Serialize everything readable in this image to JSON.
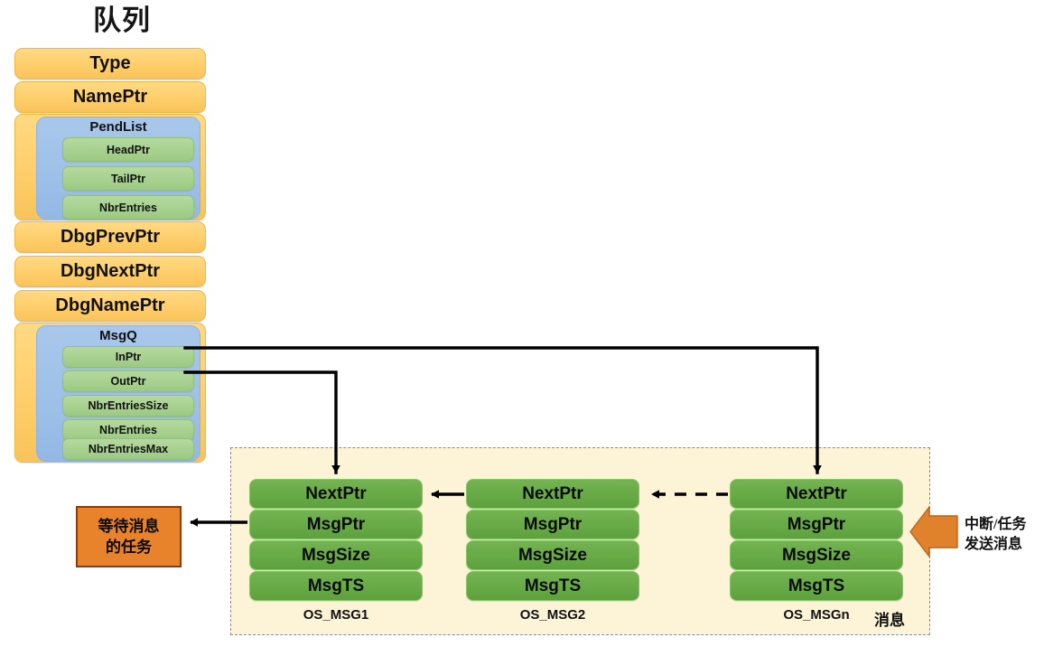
{
  "title": "队列",
  "queue_struct": {
    "name": "队列",
    "fields": [
      {
        "label": "Type",
        "kind": "plain"
      },
      {
        "label": "NamePtr",
        "kind": "plain"
      },
      {
        "label": "PendList",
        "kind": "struct",
        "children": [
          "HeadPtr",
          "TailPtr",
          "NbrEntries"
        ]
      },
      {
        "label": "DbgPrevPtr",
        "kind": "plain"
      },
      {
        "label": "DbgNextPtr",
        "kind": "plain"
      },
      {
        "label": "DbgNamePtr",
        "kind": "plain"
      },
      {
        "label": "MsgQ",
        "kind": "struct",
        "children": [
          "InPtr",
          "OutPtr",
          "NbrEntriesSize",
          "NbrEntries",
          "NbrEntriesMax"
        ]
      }
    ]
  },
  "pendlist": {
    "title": "PendList",
    "fields": [
      "HeadPtr",
      "TailPtr",
      "NbrEntries"
    ]
  },
  "msgq": {
    "title": "MsgQ",
    "fields": [
      "InPtr",
      "OutPtr",
      "NbrEntriesSize",
      "NbrEntries",
      "NbrEntriesMax"
    ]
  },
  "message_region": {
    "label": "消息",
    "message_fields": [
      "NextPtr",
      "MsgPtr",
      "MsgSize",
      "MsgTS"
    ],
    "messages": [
      {
        "caption": "OS_MSG1",
        "fields": [
          "NextPtr",
          "MsgPtr",
          "MsgSize",
          "MsgTS"
        ]
      },
      {
        "caption": "OS_MSG2",
        "fields": [
          "NextPtr",
          "MsgPtr",
          "MsgSize",
          "MsgTS"
        ]
      },
      {
        "caption": "OS_MSGn",
        "fields": [
          "NextPtr",
          "MsgPtr",
          "MsgSize",
          "MsgTS"
        ]
      }
    ]
  },
  "waiting_task": {
    "line1": "等待消息",
    "line2": "的任务"
  },
  "sender_note": {
    "line1": "中断/任务",
    "line2": "发送消息"
  },
  "colors": {
    "amber_fill": "#ffce6b",
    "amber_border": "#f0b646",
    "blue_fill": "#9dc0e8",
    "light_green_fill": "#a6d08e",
    "dark_green_fill": "#67aa46",
    "region_fill": "#fdf3d7",
    "region_border": "#7f8fb0",
    "task_fill": "#e8832b",
    "task_border": "#8c3a10",
    "arrow": "#000000",
    "sender_arrow": "#e0812c"
  },
  "arrows": {
    "inptr_to_msgn": "InPtr -> OS_MSGn.NextPtr",
    "outptr_to_msg1": "OutPtr -> OS_MSG1.NextPtr",
    "msg2_to_msg1": "OS_MSG2 -> OS_MSG1",
    "msgn_to_msg2": "OS_MSGn -> OS_MSG2 (dashed)",
    "msg1_to_task": "OS_MSG1 -> 等待消息的任务",
    "sender_to_msgn": "中断/任务发送消息 -> OS_MSGn"
  }
}
